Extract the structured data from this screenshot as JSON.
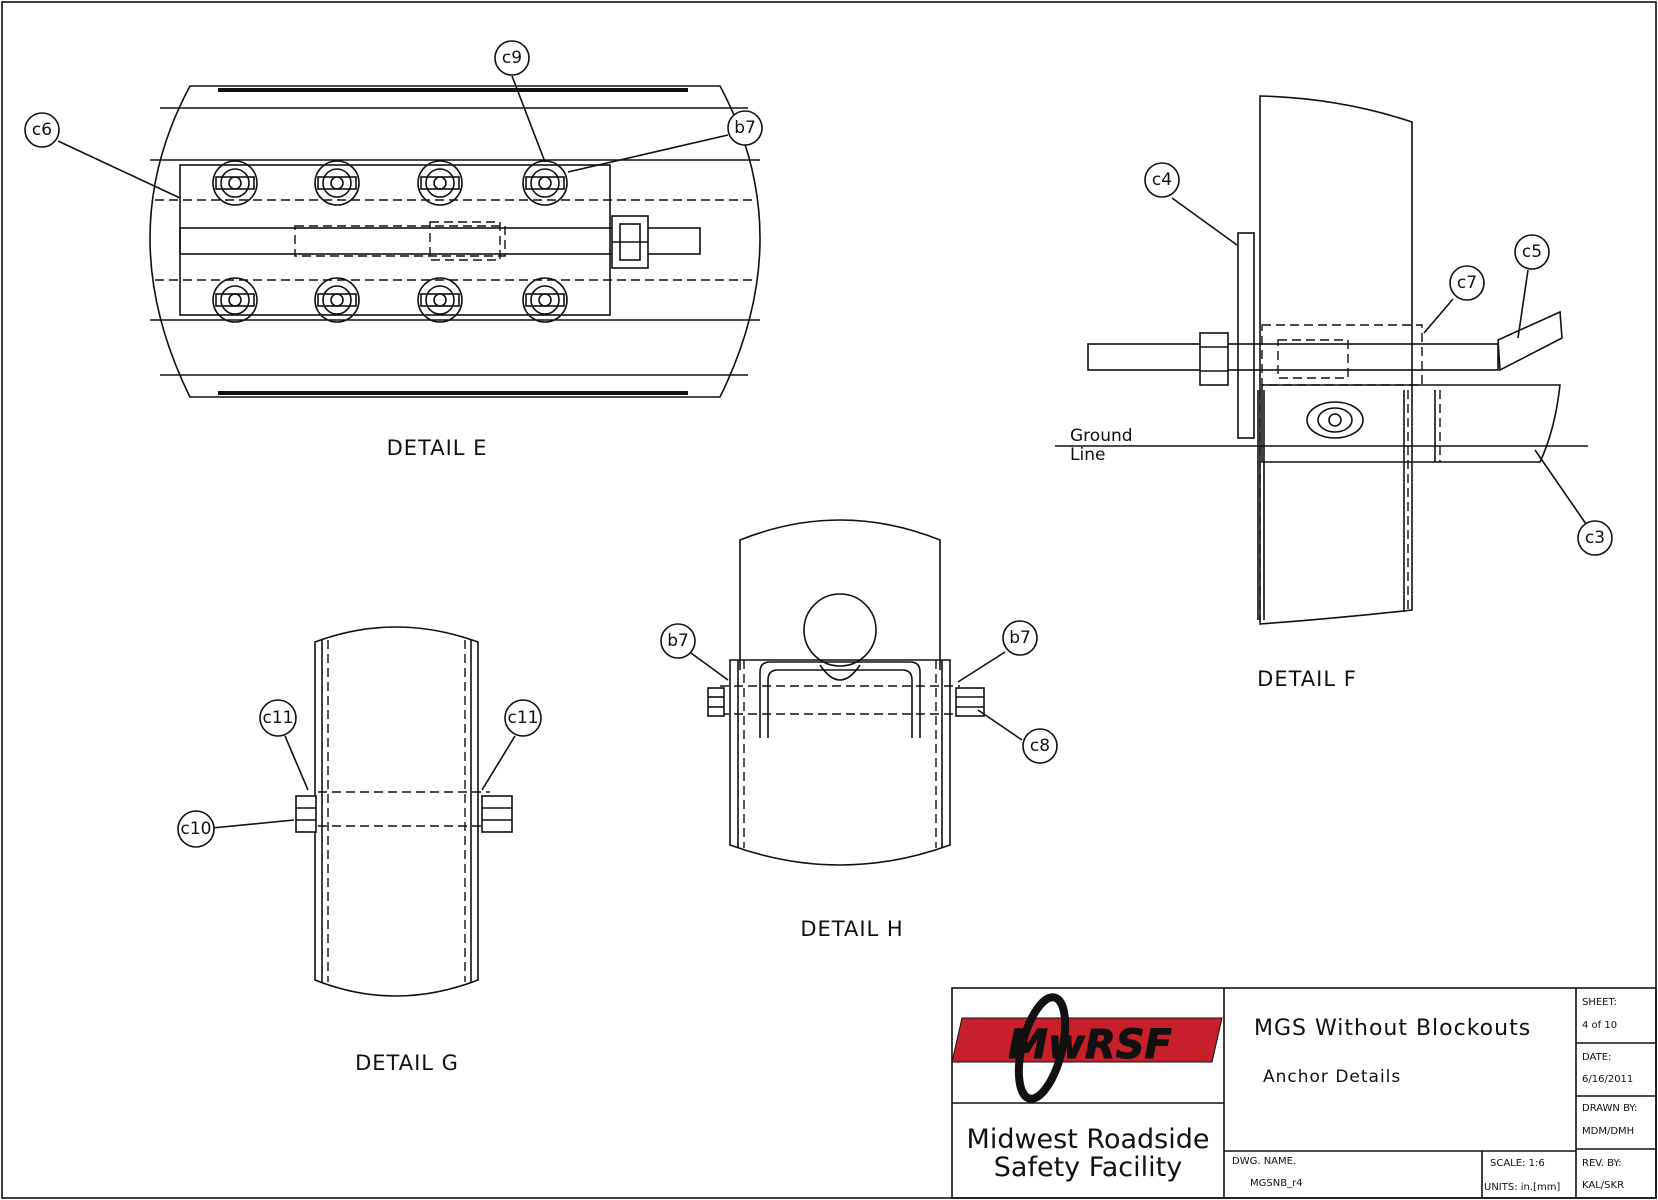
{
  "details": {
    "e": "DETAIL E",
    "f": "DETAIL F",
    "g": "DETAIL G",
    "h": "DETAIL H"
  },
  "callouts": {
    "c6": "c6",
    "c9": "c9",
    "b7": "b7",
    "c4": "c4",
    "c5": "c5",
    "c7": "c7",
    "c3": "c3",
    "c8": "c8",
    "c10": "c10",
    "c11": "c11"
  },
  "ground_line": {
    "line1": "Ground",
    "line2": "Line"
  },
  "title_block": {
    "logo_text": "MwRSF",
    "org_line1": "Midwest  Roadside",
    "org_line2": "Safety  Facility",
    "title": "MGS  Without  Blockouts",
    "subtitle": "Anchor  Details",
    "sheet_label": "SHEET:",
    "sheet_value": "4  of  10",
    "date_label": "DATE:",
    "date_value": "6/16/2011",
    "drawn_label": "DRAWN  BY:",
    "drawn_value": "MDM/DMH",
    "rev_label": "REV.  BY:",
    "rev_value": "KAL/SKR",
    "dwg_label": "DWG.  NAME.",
    "dwg_value": "MGSNB_r4",
    "scale_text": "SCALE:  1:6",
    "units_text": "UNITS:  in.[mm]"
  },
  "colors": {
    "line": "#111111",
    "logo_red": "#c8202a",
    "paper": "#ffffff"
  }
}
